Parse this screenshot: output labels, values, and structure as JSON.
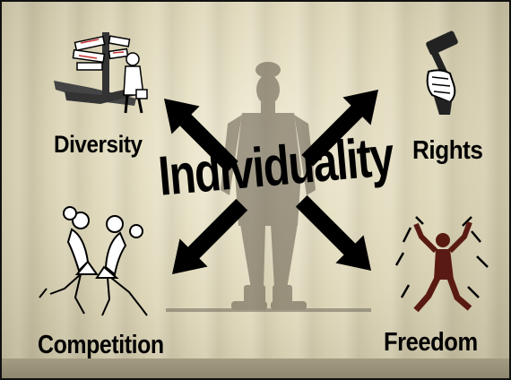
{
  "slide": {
    "title": "Individuality",
    "labels": {
      "diversity": "Diversity",
      "rights": "Rights",
      "competition": "Competition",
      "freedom": "Freedom"
    }
  },
  "icons": {
    "center": "soldier-figure-icon",
    "diversity": "signpost-businessman-icon",
    "rights": "gavel-hand-icon",
    "competition": "boxers-icon",
    "freedom": "jumping-figure-icon"
  },
  "colors": {
    "background": "#e6dfc4",
    "text": "#000000",
    "arrow": "#000000",
    "soldier": "#5a5142"
  }
}
